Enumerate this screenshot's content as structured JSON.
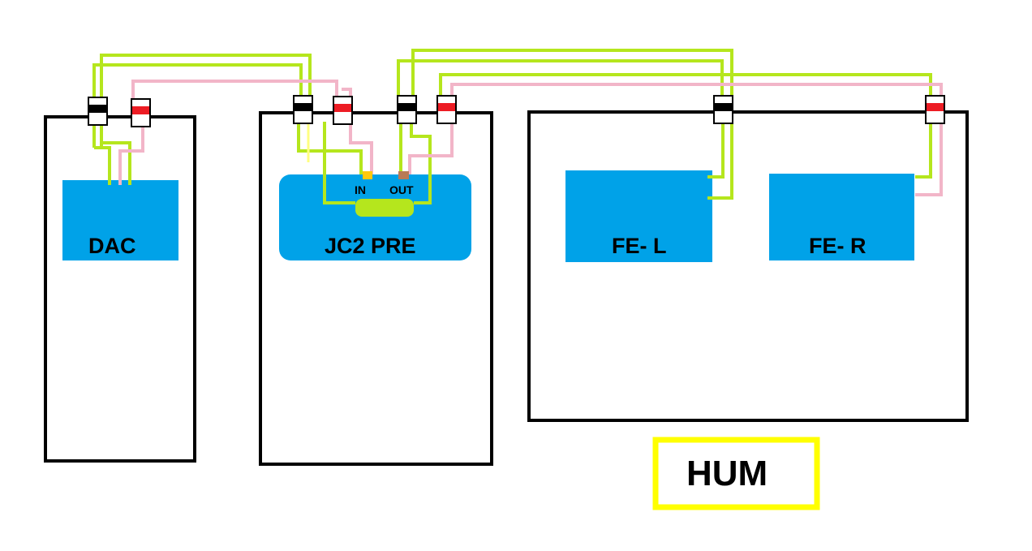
{
  "colors": {
    "background": "#ffffff",
    "enclosure_stroke": "#000000",
    "board_fill": "#00a2e8",
    "wire_signal": "#b5e61d",
    "wire_return": "#f2b5c8",
    "wire_inner": "#ffff80",
    "jack_black": "#000000",
    "jack_red": "#ed1c24",
    "jack_body": "#ffffff",
    "pad_in": "#ffc90e",
    "pad_out": "#b97a57",
    "hum_border": "#ffff00",
    "label_text": "#000000"
  },
  "labels": {
    "dac": "DAC",
    "jc2_pre": "JC2 PRE",
    "in": "IN",
    "out": "OUT",
    "fe_l": "FE- L",
    "fe_r": "FE- R",
    "hum": "HUM"
  },
  "components": [
    {
      "id": "dac",
      "type": "enclosure"
    },
    {
      "id": "jc2",
      "type": "enclosure"
    },
    {
      "id": "amp",
      "type": "enclosure"
    }
  ],
  "connectors": [
    {
      "id": "dac-black",
      "color": "black"
    },
    {
      "id": "dac-red",
      "color": "red"
    },
    {
      "id": "pre-in-black",
      "color": "black"
    },
    {
      "id": "pre-in-red",
      "color": "red"
    },
    {
      "id": "pre-out-black",
      "color": "black"
    },
    {
      "id": "pre-out-red",
      "color": "red"
    },
    {
      "id": "amp-black",
      "color": "black"
    },
    {
      "id": "amp-red",
      "color": "red"
    }
  ]
}
